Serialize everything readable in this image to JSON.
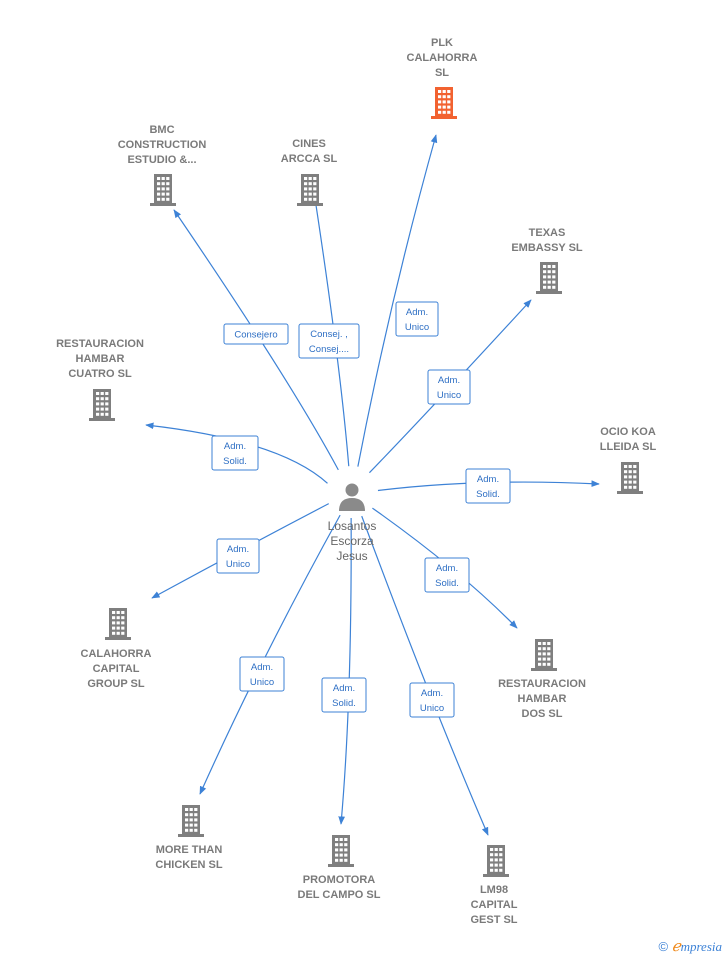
{
  "person": {
    "name_lines": [
      "Losantos",
      "Escorza",
      "Jesus"
    ],
    "icon": "person-icon"
  },
  "colors": {
    "edge": "#3d82d6",
    "company": "#7f7f7f",
    "highlight": "#f26230",
    "brand_e": "#f08a1c"
  },
  "nodes": [
    {
      "id": "plk",
      "label_lines": [
        "PLK",
        "CALAHORRA",
        "SL"
      ],
      "highlight": true
    },
    {
      "id": "bmc",
      "label_lines": [
        "BMC",
        "CONSTRUCTION",
        "ESTUDIO &..."
      ]
    },
    {
      "id": "cines",
      "label_lines": [
        "CINES",
        "ARCCA SL"
      ]
    },
    {
      "id": "texas",
      "label_lines": [
        "TEXAS",
        "EMBASSY SL"
      ]
    },
    {
      "id": "rest4",
      "label_lines": [
        "RESTAURACION",
        "HAMBAR",
        "CUATRO SL"
      ]
    },
    {
      "id": "ocio",
      "label_lines": [
        "OCIO KOA",
        "LLEIDA SL"
      ]
    },
    {
      "id": "calahorra",
      "label_lines": [
        "CALAHORRA",
        "CAPITAL",
        "GROUP SL"
      ]
    },
    {
      "id": "rest2",
      "label_lines": [
        "RESTAURACION",
        "HAMBAR",
        "DOS SL"
      ]
    },
    {
      "id": "chicken",
      "label_lines": [
        "MORE THAN",
        "CHICKEN SL"
      ]
    },
    {
      "id": "promotora",
      "label_lines": [
        "PROMOTORA",
        "DEL CAMPO SL"
      ]
    },
    {
      "id": "lm98",
      "label_lines": [
        "LM98",
        "CAPITAL",
        "GEST SL"
      ]
    }
  ],
  "edges": [
    {
      "to": "plk",
      "label_lines": [
        "Adm.",
        "Unico"
      ]
    },
    {
      "to": "bmc",
      "label_lines": [
        "Consejero"
      ]
    },
    {
      "to": "cines",
      "label_lines": [
        "Consej. ,",
        "Consej...."
      ]
    },
    {
      "to": "texas",
      "label_lines": [
        "Adm.",
        "Unico"
      ]
    },
    {
      "to": "rest4",
      "label_lines": [
        "Adm.",
        "Solid."
      ]
    },
    {
      "to": "ocio",
      "label_lines": [
        "Adm.",
        "Solid."
      ]
    },
    {
      "to": "calahorra",
      "label_lines": [
        "Adm.",
        "Unico"
      ]
    },
    {
      "to": "rest2",
      "label_lines": [
        "Adm.",
        "Solid."
      ]
    },
    {
      "to": "chicken",
      "label_lines": [
        "Adm.",
        "Unico"
      ]
    },
    {
      "to": "promotora",
      "label_lines": [
        "Adm.",
        "Solid."
      ]
    },
    {
      "to": "lm98",
      "label_lines": [
        "Adm.",
        "Unico"
      ]
    }
  ],
  "brand": {
    "copyright": "©",
    "e": "ℯ",
    "rest": "mpresia"
  }
}
